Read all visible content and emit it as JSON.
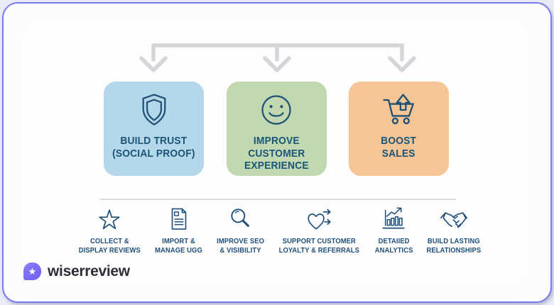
{
  "brand": {
    "name": "wiserreview",
    "mark_icon": "star-bubble-icon"
  },
  "flow": {
    "arrow_icon": "three-branch-down-arrows",
    "boxes": [
      {
        "id": "build-trust",
        "icon": "shield-icon",
        "lines": [
          "BUILD TRUST",
          "(SOCIAL PROOF)"
        ],
        "bg": "#b5d7ea"
      },
      {
        "id": "improve-customer-experience",
        "icon": "smiley-icon",
        "lines": [
          "IMPROVE",
          "CUSTOMER",
          "EXPERIENCE"
        ],
        "bg": "#c1d8b1"
      },
      {
        "id": "boost-sales",
        "icon": "cart-up-arrow-icon",
        "lines": [
          "BOOST",
          "SALES"
        ],
        "bg": "#f5c595"
      }
    ]
  },
  "features": [
    {
      "icon": "star-icon",
      "lines": [
        "COLLECT &",
        "DISPLAY REVIEWS"
      ]
    },
    {
      "icon": "document-icon",
      "lines": [
        "IMPORT &",
        "MANAGE UGG"
      ]
    },
    {
      "icon": "magnifier-icon",
      "lines": [
        "IMPROVE SEO",
        "& VISIBILITY"
      ]
    },
    {
      "icon": "heart-arrows-icon",
      "lines": [
        "SUPPORT CUSTOMER",
        "LOYALTY & REFERRALS"
      ]
    },
    {
      "icon": "bar-chart-icon",
      "lines": [
        "DETAIIED",
        "ANALYTICS"
      ]
    },
    {
      "icon": "handshake-icon",
      "lines": [
        "BUILD LASTING",
        "RELATIONSHIPS"
      ]
    }
  ],
  "colors": {
    "box_blue": "#b5d7ea",
    "box_green": "#c1d8b1",
    "box_orange": "#f5c595",
    "title_navy": "#1a5578",
    "label_navy": "#1e4f7a",
    "icon_navy": "#1f5276",
    "arrow_gray": "#d4d5d8",
    "divider_gray": "#dbdbde",
    "card_border_purple": "#7b79ee",
    "brand_purple": "#6c5cf0",
    "brand_text": "#2d2d35"
  }
}
